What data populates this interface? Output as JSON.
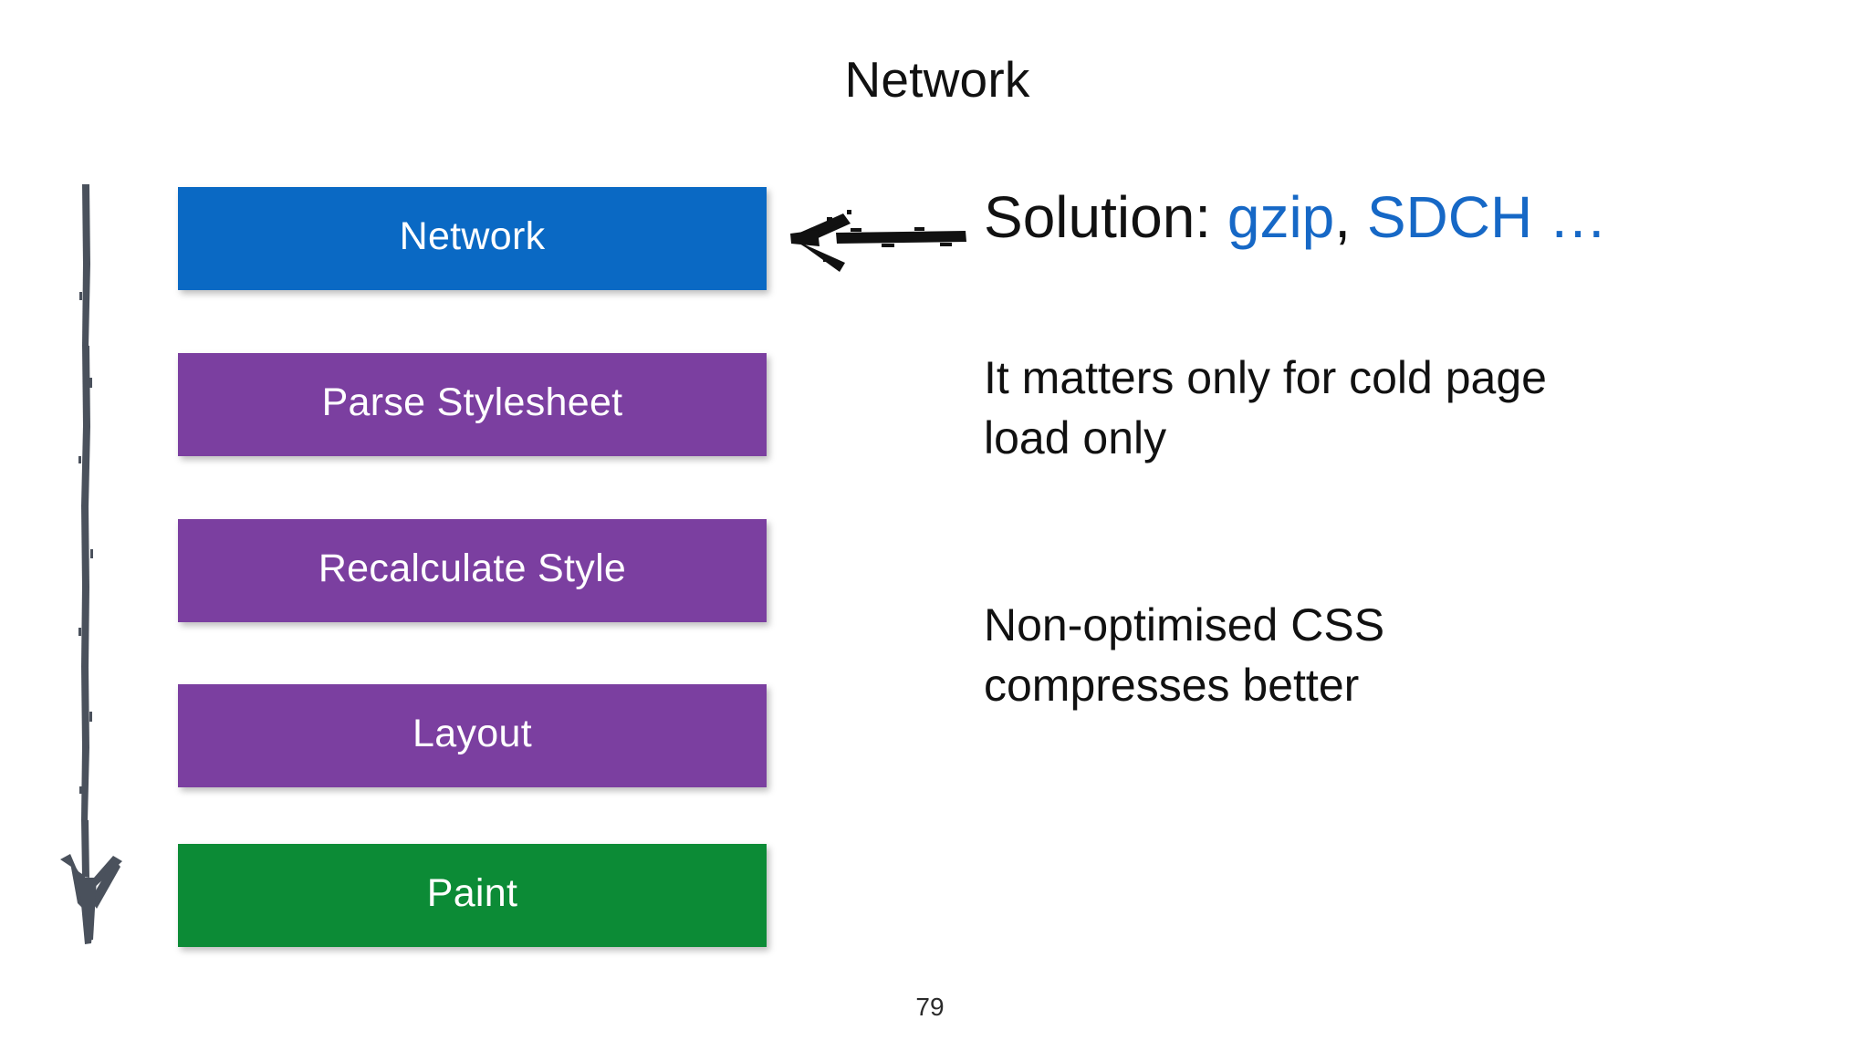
{
  "slide": {
    "title": "Network",
    "page_number": "79",
    "background_color": "#ffffff"
  },
  "pipeline": {
    "name": "rendering-pipeline",
    "direction_hint": "top-to-bottom",
    "steps": [
      {
        "label": "Network",
        "color": "#0a69c4",
        "highlighted": true
      },
      {
        "label": "Parse Stylesheet",
        "color": "#7b3fa0",
        "highlighted": false
      },
      {
        "label": "Recalculate Style",
        "color": "#7b3fa0",
        "highlighted": false
      },
      {
        "label": "Layout",
        "color": "#7b3fa0",
        "highlighted": false
      },
      {
        "label": "Paint",
        "color": "#0c8b36",
        "highlighted": false
      }
    ]
  },
  "annotations": {
    "flow_arrow_name": "downward-flow-arrow",
    "pointer_arrow_name": "left-pointing-callout-arrow",
    "arrow_color": "#4a515c",
    "pointer_color": "#111111"
  },
  "content": {
    "headline": {
      "prefix": "Solution: ",
      "term_1": "gzip",
      "separator": ", ",
      "term_2": "SDCH …",
      "accent_color": "#1668c6"
    },
    "paragraphs": [
      "It matters only for cold page load only",
      "Non-optimised CSS compresses better"
    ]
  }
}
